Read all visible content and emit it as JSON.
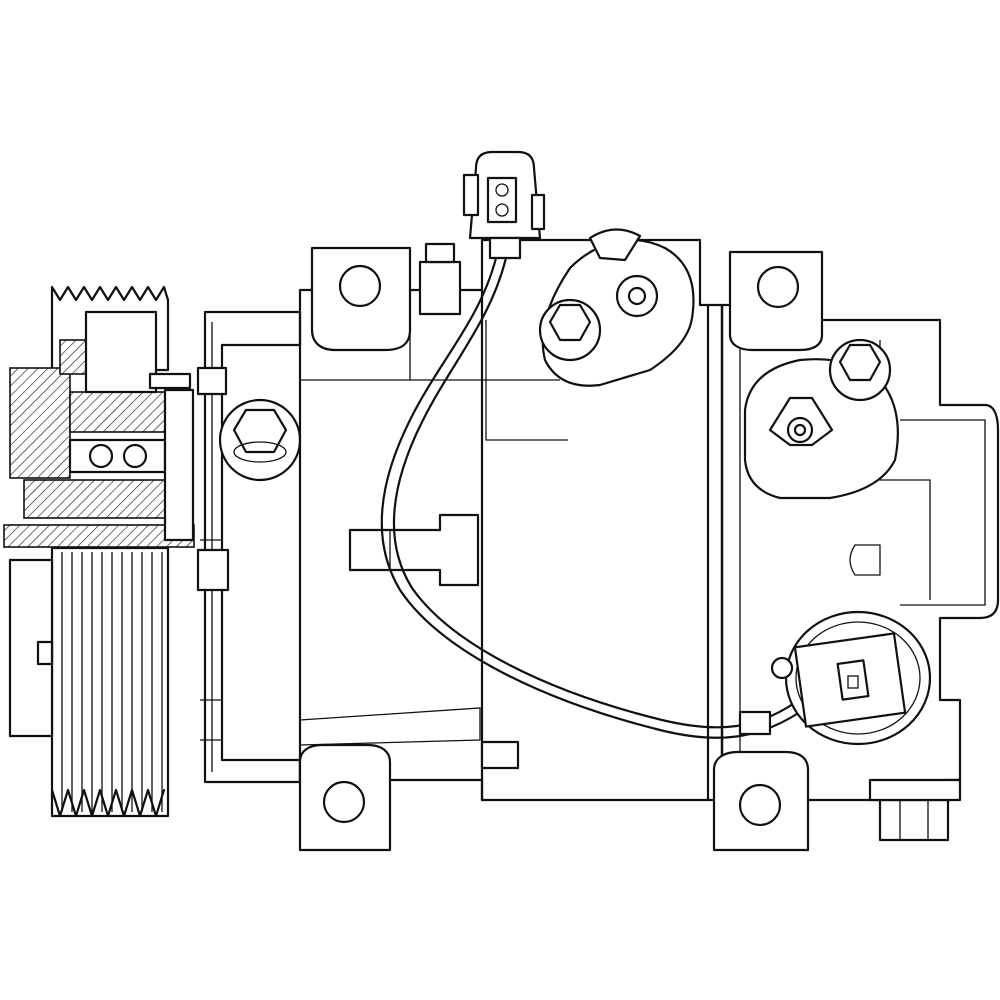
{
  "drawing": {
    "subject": "ac-compressor-line-drawing",
    "parts": [
      "pulley",
      "clutch-cross-section",
      "compressor-body",
      "connector",
      "harness-wire",
      "port-fittings",
      "mounting-ears",
      "pressure-switch"
    ]
  }
}
